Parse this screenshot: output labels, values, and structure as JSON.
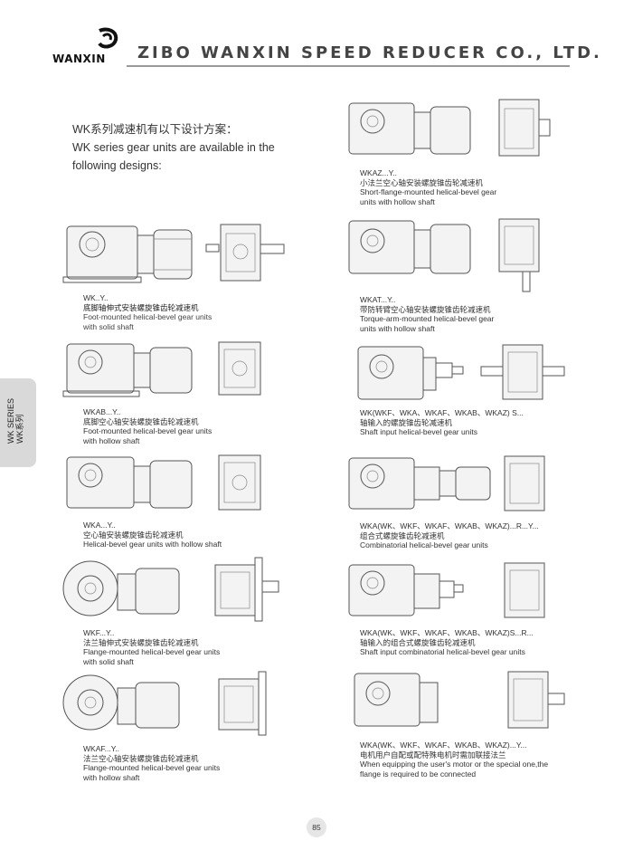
{
  "header": {
    "logo_text": "WANXIN",
    "company": "ZIBO WANXIN SPEED REDUCER CO., LTD."
  },
  "intro": {
    "zh": "WK系列减速机有以下设计方案：",
    "en": "WK series gear units are available in the following designs:"
  },
  "side_tab": {
    "line1": "WK SERIES",
    "line2": "WK系列"
  },
  "left_items": [
    {
      "code": "WK..Y..",
      "zh": "底脚轴伸式安装螺旋锥齿轮减速机",
      "en1": "Foot-mounted helical-bevel gear units",
      "en2": "with solid shaft"
    },
    {
      "code": "WKAB...Y..",
      "zh": "底脚空心轴安装螺旋锥齿轮减速机",
      "en1": "Foot-mounted helical-bevel gear units",
      "en2": "with hollow shaft"
    },
    {
      "code": "WKA...Y..",
      "zh": "空心轴安装螺旋锥齿轮减速机",
      "en1": "Helical-bevel  gear units with hollow shaft",
      "en2": ""
    },
    {
      "code": "WKF...Y..",
      "zh": "法兰轴伸式安装螺旋锥齿轮减速机",
      "en1": "Flange-mounted helical-bevel gear units",
      "en2": "with solid shaft"
    },
    {
      "code": "WKAF...Y..",
      "zh": "法兰空心轴安装螺旋锥齿轮减速机",
      "en1": "Flange-mounted helical-bevel gear units",
      "en2": "with hollow shaft"
    }
  ],
  "right_items": [
    {
      "code": "WKAZ...Y..",
      "zh": "小法兰空心轴安装螺旋锥齿轮减速机",
      "en1": "Short-flange-mounted helical-bevel gear",
      "en2": "units with hollow shaft"
    },
    {
      "code": "WKAT...Y..",
      "zh": "带防转臂空心轴安装螺旋锥齿轮减速机",
      "en1": "Torque-arm-mounted helical-bevel gear",
      "en2": "units with hollow shaft"
    },
    {
      "code": "WK(WKF、WKA、WKAF、WKAB、WKAZ) S...",
      "zh": "轴输入的螺旋锥齿轮减速机",
      "en1": "Shaft input helical-bevel  gear units",
      "en2": ""
    },
    {
      "code": "WKA(WK、WKF、WKAF、WKAB、WKAZ)...R...Y...",
      "zh": "组合式螺旋锥齿轮减速机",
      "en1": "Combinatorial helical-bevel gear units",
      "en2": ""
    },
    {
      "code": "WKA(WK、WKF、WKAF、WKAB、WKAZ)S...R...",
      "zh": "轴输入的组合式螺旋锥齿轮减速机",
      "en1": "Shaft input combinatorial helical-bevel gear units",
      "en2": ""
    },
    {
      "code": "WKA(WK、WKF、WKAF、WKAB、WKAZ)...Y...",
      "zh": "电机用户自配或配特殊电机时需加联接法兰",
      "en1": "When equipping the user's motor or the special one,the",
      "en2": "flange is required to be connected"
    }
  ],
  "page_number": "85"
}
